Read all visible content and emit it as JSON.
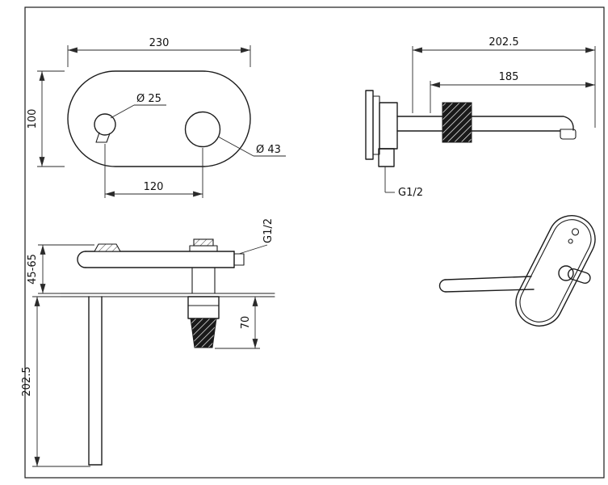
{
  "drawing": {
    "front_view": {
      "plate_width": "230",
      "plate_height": "100",
      "hole_small": "Ø 25",
      "hole_large": "Ø 43",
      "hole_spacing": "120"
    },
    "side_view": {
      "overall_length": "202.5",
      "spout_length": "185",
      "inlet_thread": "G1/2"
    },
    "plan_view": {
      "inlet_thread": "G1/2",
      "wall_depth_range": "45-65",
      "trim_depth": "70",
      "spout_projection": "202.5"
    }
  }
}
